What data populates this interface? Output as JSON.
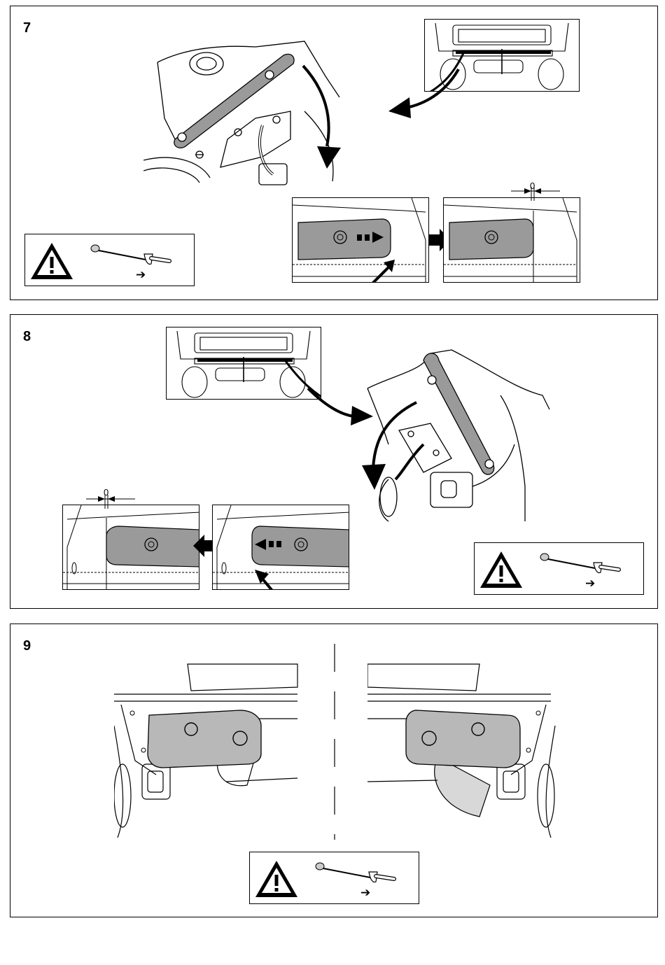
{
  "steps": [
    {
      "number": "7",
      "gap_label": "0",
      "torque_arrow": "➔"
    },
    {
      "number": "8",
      "gap_label": "0",
      "torque_arrow": "➔"
    },
    {
      "number": "9",
      "torque_arrow": "➔"
    }
  ],
  "icons": {
    "warning": "warning-triangle-icon",
    "torque_wrench": "torque-wrench-icon"
  },
  "colors": {
    "line": "#000000",
    "bracket_fill": "#9a9a9a",
    "bracket_fill_light": "#c8c8c8",
    "background": "#ffffff"
  }
}
